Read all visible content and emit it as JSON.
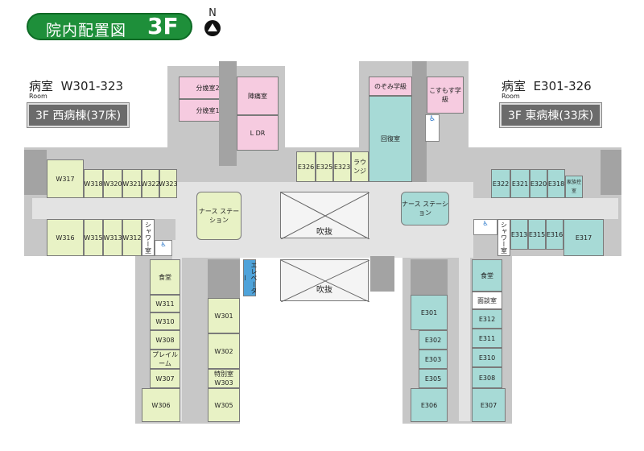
{
  "header": {
    "title": "院内配置図",
    "floor": "3F",
    "north": "N"
  },
  "west": {
    "label": "病室",
    "room_range": "W301-323",
    "room_en": "Room",
    "ward": "3F 西病棟(37床)"
  },
  "east": {
    "label": "病室",
    "room_range": "E301-326",
    "room_en": "Room",
    "ward": "3F 東病棟(33床)"
  },
  "rooms": {
    "bunben2": "分娩室2",
    "bunben1": "分娩室1",
    "jintsu": "陣痛室",
    "ldr": "L DR",
    "nozomi": "のぞみ学級",
    "kosumosu": "こすもす学級",
    "kaifuku": "回復室",
    "e326": "E326",
    "e325": "E325",
    "e323": "E323",
    "lounge": "ラウンジ",
    "w317": "W317",
    "w318": "W318",
    "w320": "W320",
    "w321": "W321",
    "w322": "W322",
    "w323": "W323",
    "w316": "W316",
    "w315": "W315",
    "w313": "W313",
    "w312": "W312",
    "shower_w": "シャワー室",
    "shower_e": "シャワー室",
    "ns_w": "ナース ステーション",
    "ns_e": "ナース ステーション",
    "fukinuke1": "吹抜",
    "fukinuke2": "吹抜",
    "elevator": "エレベーター",
    "shokudo_w": "食堂",
    "w311": "W311",
    "w310": "W310",
    "w308": "W308",
    "play": "プレイルーム",
    "w307": "W307",
    "w306": "W306",
    "w301": "W301",
    "w302": "W302",
    "tokubetsu": "特別室",
    "w303": "W303",
    "w305": "W305",
    "e322": "E322",
    "e321": "E321",
    "e320": "E320",
    "e318": "E318",
    "kazoku": "家族控室",
    "e313": "E313",
    "e315": "E315",
    "e316": "E316",
    "e317": "E317",
    "e301": "E301",
    "e302": "E302",
    "e303": "E303",
    "e305": "E305",
    "e306": "E306",
    "shokudo_e": "食堂",
    "mendan": "面談室",
    "e312": "E312",
    "e311": "E311",
    "e310": "E310",
    "e308": "E308",
    "e307": "E307"
  },
  "colors": {
    "patient_room": "#e8f2c5",
    "delivery": "#f6cbe0",
    "teal": "#a7dad6",
    "elevator": "#4fa3da",
    "header_green": "#1e8f3a"
  }
}
